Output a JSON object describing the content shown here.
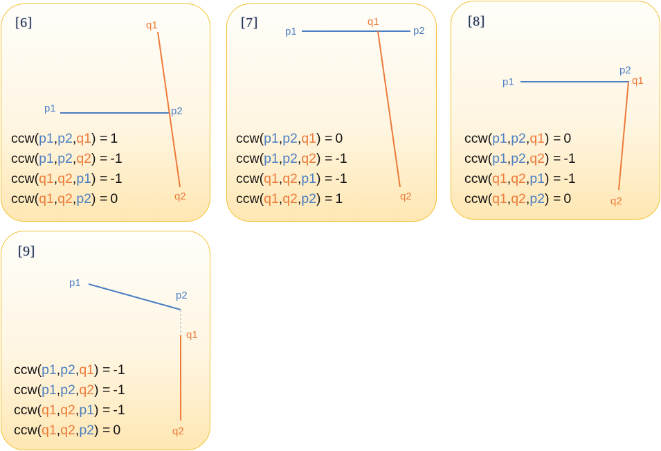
{
  "colors": {
    "p": "#4a7ec2",
    "q": "#ec7a3a",
    "border": "#f2c12e",
    "text": "#111111",
    "dashed": "#b8b8b8"
  },
  "panels": [
    {
      "label": "[6]",
      "points": {
        "p1": "p1",
        "p2": "p2",
        "q1": "q1",
        "q2": "q2"
      },
      "equations": [
        {
          "fn": "ccw(",
          "a": "p1",
          "b": "p2",
          "c": "q1",
          "close": ")  =",
          "value": "1"
        },
        {
          "fn": "ccw(",
          "a": "p1",
          "b": "p2",
          "c": "q2",
          "close": ")  =",
          "value": "-1"
        },
        {
          "fn": "ccw(",
          "a": "q1",
          "b": "q2",
          "c": "p1",
          "close": ")  =",
          "value": "-1"
        },
        {
          "fn": "ccw(",
          "a": "q1",
          "b": "q2",
          "c": "p2",
          "close": ")  =",
          "value": "0"
        }
      ]
    },
    {
      "label": "[7]",
      "points": {
        "p1": "p1",
        "p2": "p2",
        "q1": "q1",
        "q2": "q2"
      },
      "equations": [
        {
          "fn": "ccw(",
          "a": "p1",
          "b": "p2",
          "c": "q1",
          "close": ")  =",
          "value": "0"
        },
        {
          "fn": "ccw(",
          "a": "p1",
          "b": "p2",
          "c": "q2",
          "close": ")  =",
          "value": "-1"
        },
        {
          "fn": "ccw(",
          "a": "q1",
          "b": "q2",
          "c": "p1",
          "close": ")  =",
          "value": "-1"
        },
        {
          "fn": "ccw(",
          "a": "q1",
          "b": "q2",
          "c": "p2",
          "close": ")  =",
          "value": "1"
        }
      ]
    },
    {
      "label": "[8]",
      "points": {
        "p1": "p1",
        "p2": "p2",
        "q1": "q1",
        "q2": "q2"
      },
      "equations": [
        {
          "fn": "ccw(",
          "a": "p1",
          "b": "p2",
          "c": "q1",
          "close": ")  =",
          "value": "0"
        },
        {
          "fn": "ccw(",
          "a": "p1",
          "b": "p2",
          "c": "q2",
          "close": ")  =",
          "value": "-1"
        },
        {
          "fn": "ccw(",
          "a": "q1",
          "b": "q2",
          "c": "p1",
          "close": ")  =",
          "value": "-1"
        },
        {
          "fn": "ccw(",
          "a": "q1",
          "b": "q2",
          "c": "p2",
          "close": ")  =",
          "value": "0"
        }
      ]
    },
    {
      "label": "[9]",
      "points": {
        "p1": "p1",
        "p2": "p2",
        "q1": "q1",
        "q2": "q2"
      },
      "equations": [
        {
          "fn": "ccw(",
          "a": "p1",
          "b": "p2",
          "c": "q1",
          "close": ")  =",
          "value": "-1"
        },
        {
          "fn": "ccw(",
          "a": "p1",
          "b": "p2",
          "c": "q2",
          "close": ")  =",
          "value": "-1"
        },
        {
          "fn": "ccw(",
          "a": "q1",
          "b": "q2",
          "c": "p1",
          "close": ")  =",
          "value": "-1"
        },
        {
          "fn": "ccw(",
          "a": "q1",
          "b": "q2",
          "c": "p2",
          "close": ")  =",
          "value": "0"
        }
      ]
    }
  ]
}
